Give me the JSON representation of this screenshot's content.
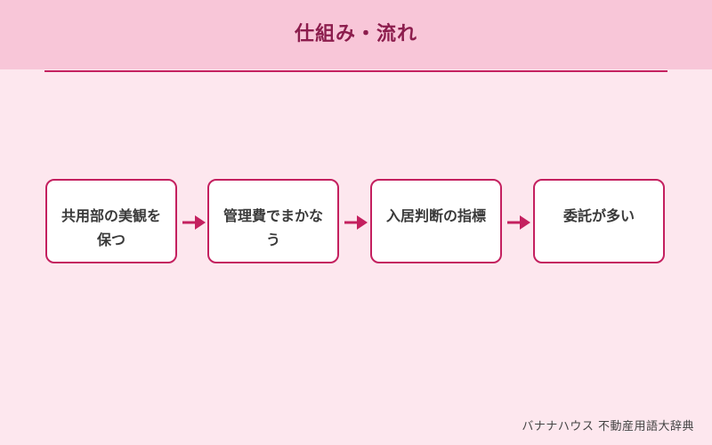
{
  "header": {
    "title": "仕組み・流れ"
  },
  "flow": {
    "steps": [
      {
        "label": "共用部の美観を保つ"
      },
      {
        "label": "管理費でまかなう"
      },
      {
        "label": "入居判断の指標"
      },
      {
        "label": "委託が多い"
      }
    ]
  },
  "footer": {
    "credit": "バナナハウス 不動産用語大辞典"
  },
  "colors": {
    "accent": "#c4205f",
    "header_bg": "#f8c6d8",
    "page_bg": "#fde7ee",
    "title_text": "#8c1d4d"
  }
}
